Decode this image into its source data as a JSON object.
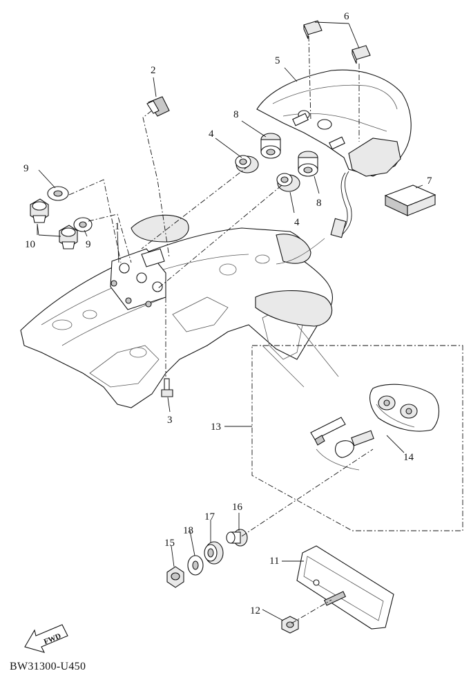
{
  "diagram": {
    "reference_code": "BW31300-U450",
    "fwd_label": "FWD",
    "callouts": {
      "c1": "1",
      "c2": "2",
      "c3": "3",
      "c4a": "4",
      "c4b": "4",
      "c5": "5",
      "c6": "6",
      "c7": "7",
      "c8a": "8",
      "c8b": "8",
      "c9a": "9",
      "c9b": "9",
      "c10": "10",
      "c11": "11",
      "c12": "12",
      "c13": "13",
      "c14": "14",
      "c15": "15",
      "c16": "16",
      "c17": "17",
      "c18": "18"
    }
  }
}
